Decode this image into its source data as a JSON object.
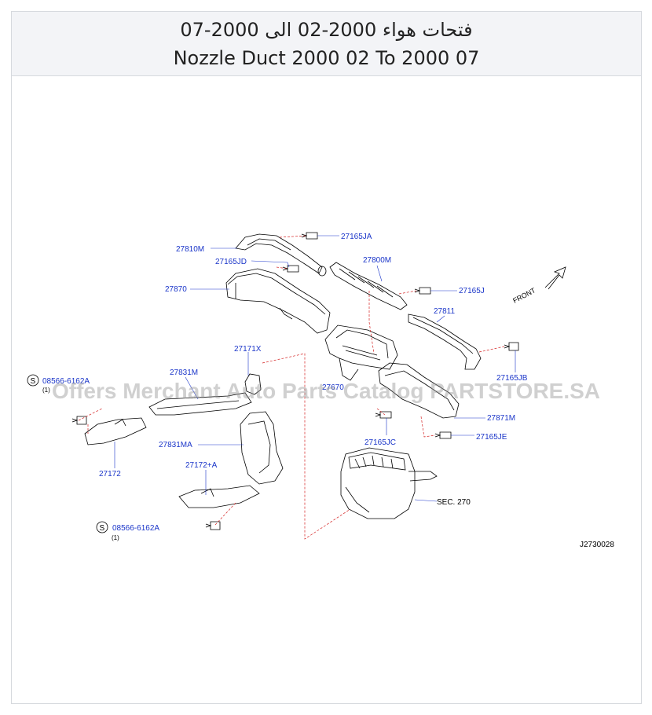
{
  "header": {
    "title_ar": "فتحات هواء 2000-02 الى 2000-07",
    "title_en": "Nozzle Duct 2000 02 To 2000 07"
  },
  "watermark": "Offers Merchant Auto Parts Catalog PARTSTORE.SA",
  "diagram_code": "J2730028",
  "front_label": "FRONT",
  "parts": {
    "p27165JA": "27165JA",
    "p27810M": "27810M",
    "p27165JD": "27165JD",
    "p27800M": "27800M",
    "p27870": "27870",
    "p27165J": "27165J",
    "p27811": "27811",
    "p27165JB": "27165JB",
    "p27171X": "27171X",
    "p27831M": "27831M",
    "p27670": "27670",
    "p27871M": "27871M",
    "p27165JC": "27165JC",
    "p27165JE": "27165JE",
    "p27831MA": "27831MA",
    "p27172": "27172",
    "p27172A": "27172+A",
    "bolt_top": "08566-6162A",
    "bolt_top_qty": "(1)",
    "bolt_bottom": "08566-6162A",
    "bolt_bottom_qty": "(1)",
    "s_marker": "S",
    "sec": "SEC.  270"
  }
}
